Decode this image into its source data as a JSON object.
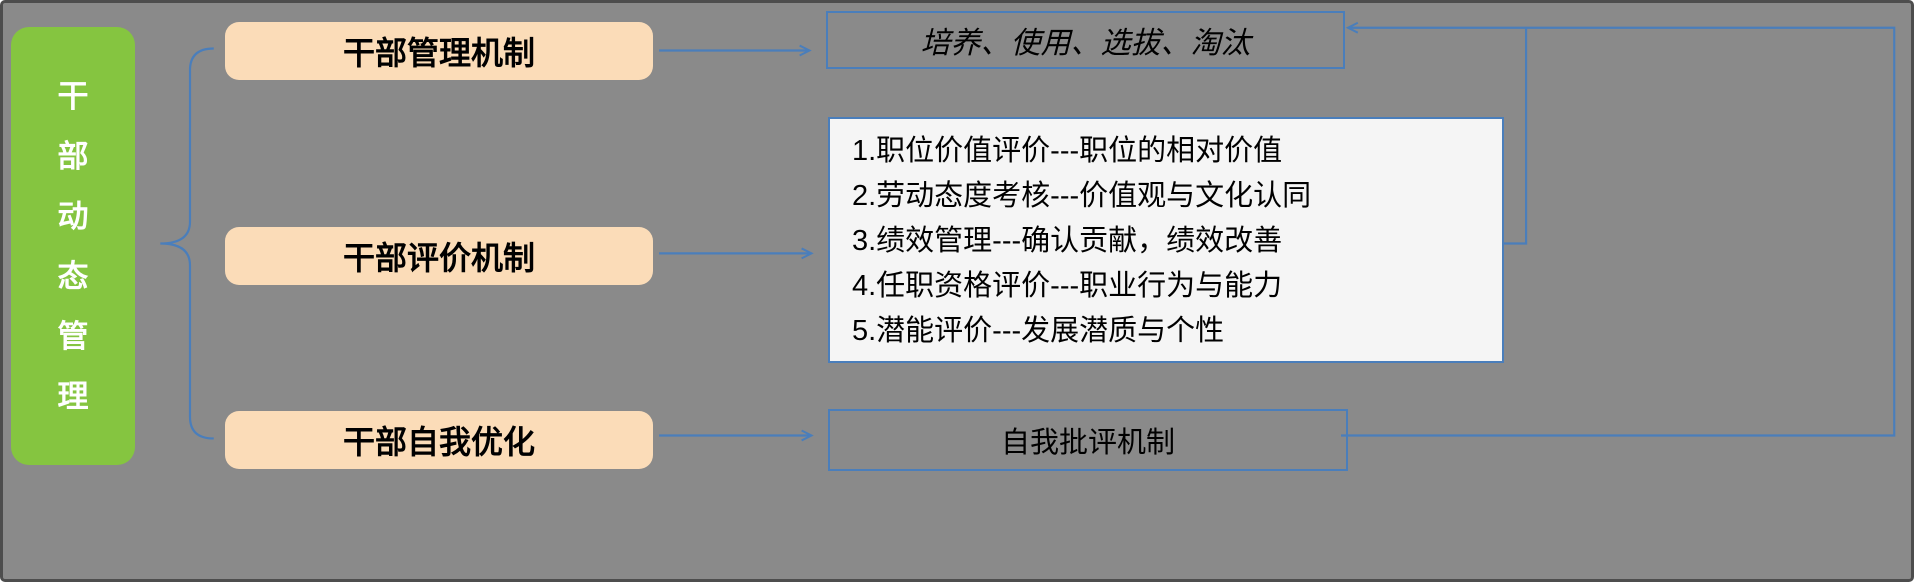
{
  "colors": {
    "canvas-bg": "#8A8A8A",
    "canvas-border": "#4d4d4d",
    "connector": "#4A7EBB",
    "box-border": "#4A7EBB",
    "root-fill": "#85C540",
    "root-text": "#ffffff",
    "branch-fill": "#FBDCB8",
    "branch-text": "#000000",
    "list-bg": "#F5F5F5",
    "text": "#000000"
  },
  "root": {
    "label": "干部动态管理",
    "chars": [
      "干",
      "部",
      "动",
      "态",
      "管",
      "理"
    ]
  },
  "branches": [
    {
      "label": "干部管理机制"
    },
    {
      "label": "干部评价机制"
    },
    {
      "label": "干部自我优化"
    }
  ],
  "outputs": {
    "management": {
      "text": "培养、使用、选拔、淘汰"
    },
    "evaluation": {
      "items": [
        "1.职位价值评价---职位的相对价值",
        "2.劳动态度考核---价值观与文化认同",
        "3.绩效管理---确认贡献，绩效改善",
        "4.任职资格评价---职业行为与能力",
        "5.潜能评价---发展潜质与个性"
      ]
    },
    "self": {
      "text": "自我批评机制"
    }
  }
}
